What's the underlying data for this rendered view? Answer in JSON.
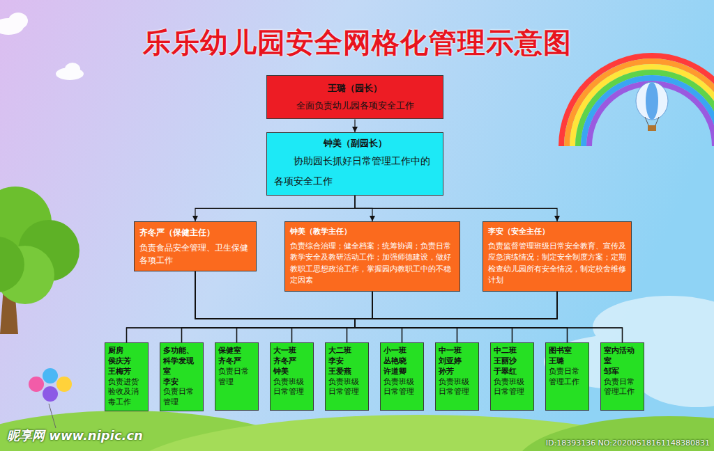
{
  "diagram": {
    "title": "乐乐幼儿园安全网格化管理示意图",
    "nodes": [
      {
        "text": [
          "王璐（园长）",
          "全面负责幼儿园各项安全工作"
        ]
      },
      {
        "text": [
          "钟美（副园长）",
          "协助园长抓好日常管理工作中的各项安全工作"
        ]
      },
      {
        "text": [
          "齐冬严（保健主任）",
          "负责食品安全管理、卫生保健各项工作"
        ]
      },
      {
        "text": [
          "钟美（教学主任）",
          "负责综合治理；健全档案；统筹协调；负责日常教学安全及教研活动工作；加强师德建设，做好教职工思想政治工作，掌握园内教职工中的不稳定因素"
        ]
      },
      {
        "text": [
          "李安（安全主任）",
          "负责监督管理班级日常安全教育、宣传及应急演练情况；制定安全制度方案；定期检查幼儿园所有安全情况，制定校舍维修计划"
        ]
      },
      {
        "text": [
          "厨房 侯庆芳 王梅芳",
          "负责进货验收及消毒工作"
        ]
      },
      {
        "text": [
          "多功能、科学发现室 李安",
          "负责日常管理"
        ]
      },
      {
        "text": [
          "保健室 齐冬严",
          "负责日常管理"
        ]
      },
      {
        "text": [
          "大一班 齐冬严 钟美",
          "负责班级日常管理"
        ]
      },
      {
        "text": [
          "大二班 李安 王爱燕",
          "负责班级日常管理"
        ]
      },
      {
        "text": [
          "小一班 丛艳晓 许道卿",
          "负责班级日常管理"
        ]
      },
      {
        "text": [
          "中一班 刘亚婷 孙芳",
          "负责班级日常管理"
        ]
      },
      {
        "text": [
          "中二班 王丽沙 于翠红",
          "负责班级日常管理"
        ]
      },
      {
        "text": [
          "图书室 王璐",
          "负责日常管理工作"
        ]
      },
      {
        "text": [
          "室内活动室 邹军",
          "负责日常管理工作"
        ]
      }
    ],
    "edges": [
      {
        "from": 0,
        "to": 1,
        "arrow": "to"
      },
      {
        "from": 1,
        "to": 2,
        "arrow": "to"
      },
      {
        "from": 1,
        "to": 3,
        "arrow": "to"
      },
      {
        "from": 1,
        "to": 4,
        "arrow": "to"
      },
      {
        "from": 2,
        "to": 5,
        "arrow": "none"
      },
      {
        "from": 2,
        "to": 6,
        "arrow": "none"
      },
      {
        "from": 2,
        "to": 7,
        "arrow": "none"
      },
      {
        "from": 2,
        "to": 8,
        "arrow": "none"
      },
      {
        "from": 2,
        "to": 9,
        "arrow": "none"
      },
      {
        "from": 2,
        "to": 10,
        "arrow": "none"
      },
      {
        "from": 2,
        "to": 11,
        "arrow": "none"
      },
      {
        "from": 2,
        "to": 12,
        "arrow": "none"
      },
      {
        "from": 2,
        "to": 13,
        "arrow": "none"
      },
      {
        "from": 2,
        "to": 14,
        "arrow": "none"
      },
      {
        "from": 3,
        "to": 5,
        "arrow": "none"
      },
      {
        "from": 3,
        "to": 6,
        "arrow": "none"
      },
      {
        "from": 3,
        "to": 7,
        "arrow": "none"
      },
      {
        "from": 3,
        "to": 8,
        "arrow": "none"
      },
      {
        "from": 3,
        "to": 9,
        "arrow": "none"
      },
      {
        "from": 3,
        "to": 10,
        "arrow": "none"
      },
      {
        "from": 3,
        "to": 11,
        "arrow": "none"
      },
      {
        "from": 3,
        "to": 12,
        "arrow": "none"
      },
      {
        "from": 3,
        "to": 13,
        "arrow": "none"
      },
      {
        "from": 3,
        "to": 14,
        "arrow": "none"
      },
      {
        "from": 4,
        "to": 5,
        "arrow": "none"
      },
      {
        "from": 4,
        "to": 6,
        "arrow": "none"
      },
      {
        "from": 4,
        "to": 7,
        "arrow": "none"
      },
      {
        "from": 4,
        "to": 8,
        "arrow": "none"
      },
      {
        "from": 4,
        "to": 9,
        "arrow": "none"
      },
      {
        "from": 4,
        "to": 10,
        "arrow": "none"
      },
      {
        "from": 4,
        "to": 11,
        "arrow": "none"
      },
      {
        "from": 4,
        "to": 12,
        "arrow": "none"
      },
      {
        "from": 4,
        "to": 13,
        "arrow": "none"
      },
      {
        "from": 4,
        "to": 14,
        "arrow": "none"
      }
    ],
    "labels": [
      "昵享网 www.nipic.cn",
      "ID:18393136 NO:20200518161148380831"
    ]
  }
}
